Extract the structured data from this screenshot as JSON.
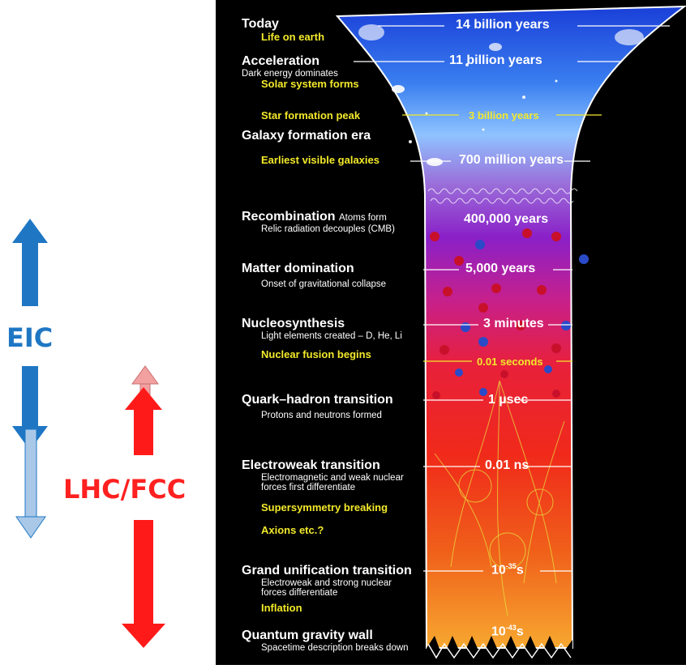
{
  "side": {
    "eic_label": "EIC",
    "lhc_label": "LHC/FCC",
    "colors": {
      "eic": "#1f77c4",
      "eic_faint": "#a9c8e8",
      "lhc": "#ff1a1a",
      "lhc_faint": "#f2a0a0"
    }
  },
  "eras": [
    {
      "title": "Today",
      "note": "Life on earth"
    },
    {
      "title": "Acceleration",
      "sub": "Dark energy dominates",
      "note": "Solar system forms"
    },
    {
      "note": "Star formation peak"
    },
    {
      "title": "Galaxy formation era",
      "note": "Earliest visible galaxies"
    },
    {
      "title": "Recombination",
      "title_sub": "Atoms form",
      "sub": "Relic radiation decouples (CMB)"
    },
    {
      "title": "Matter domination",
      "sub": "Onset of gravitational collapse"
    },
    {
      "title": "Nucleosynthesis",
      "sub": "Light elements created – D, He, Li",
      "note": "Nuclear fusion begins"
    },
    {
      "title": "Quark–hadron transition",
      "sub": "Protons and neutrons formed"
    },
    {
      "title": "Electroweak transition",
      "sub": "Electromagnetic and weak nuclear",
      "sub2": "forces first differentiate",
      "note": "Supersymmetry breaking",
      "note2": "Axions etc.?"
    },
    {
      "title": "Grand unification transition",
      "sub": "Electroweak and strong nuclear",
      "sub2": "forces differentiate",
      "note": "Inflation"
    },
    {
      "title": "Quantum gravity wall",
      "sub": "Spacetime description breaks down"
    }
  ],
  "timestamps": {
    "t14by": "14 billion years",
    "t11by": "11 billion years",
    "t3by": "3 billion years",
    "t700my": "700 million years",
    "t400ky": "400,000 years",
    "t5ky": "5,000 years",
    "t3min": "3 minutes",
    "t001s": "0.01 seconds",
    "t1us": "1 µsec",
    "t001ns": "0.01 ns",
    "t35_base": "10",
    "t35_exp": "-35",
    "t35_unit": "s",
    "t43_base": "10",
    "t43_exp": "-43",
    "t43_unit": "s"
  },
  "colors": {
    "title_text": "#ffffff",
    "note_text": "#f2e92a",
    "panel_bg": "#000000"
  }
}
